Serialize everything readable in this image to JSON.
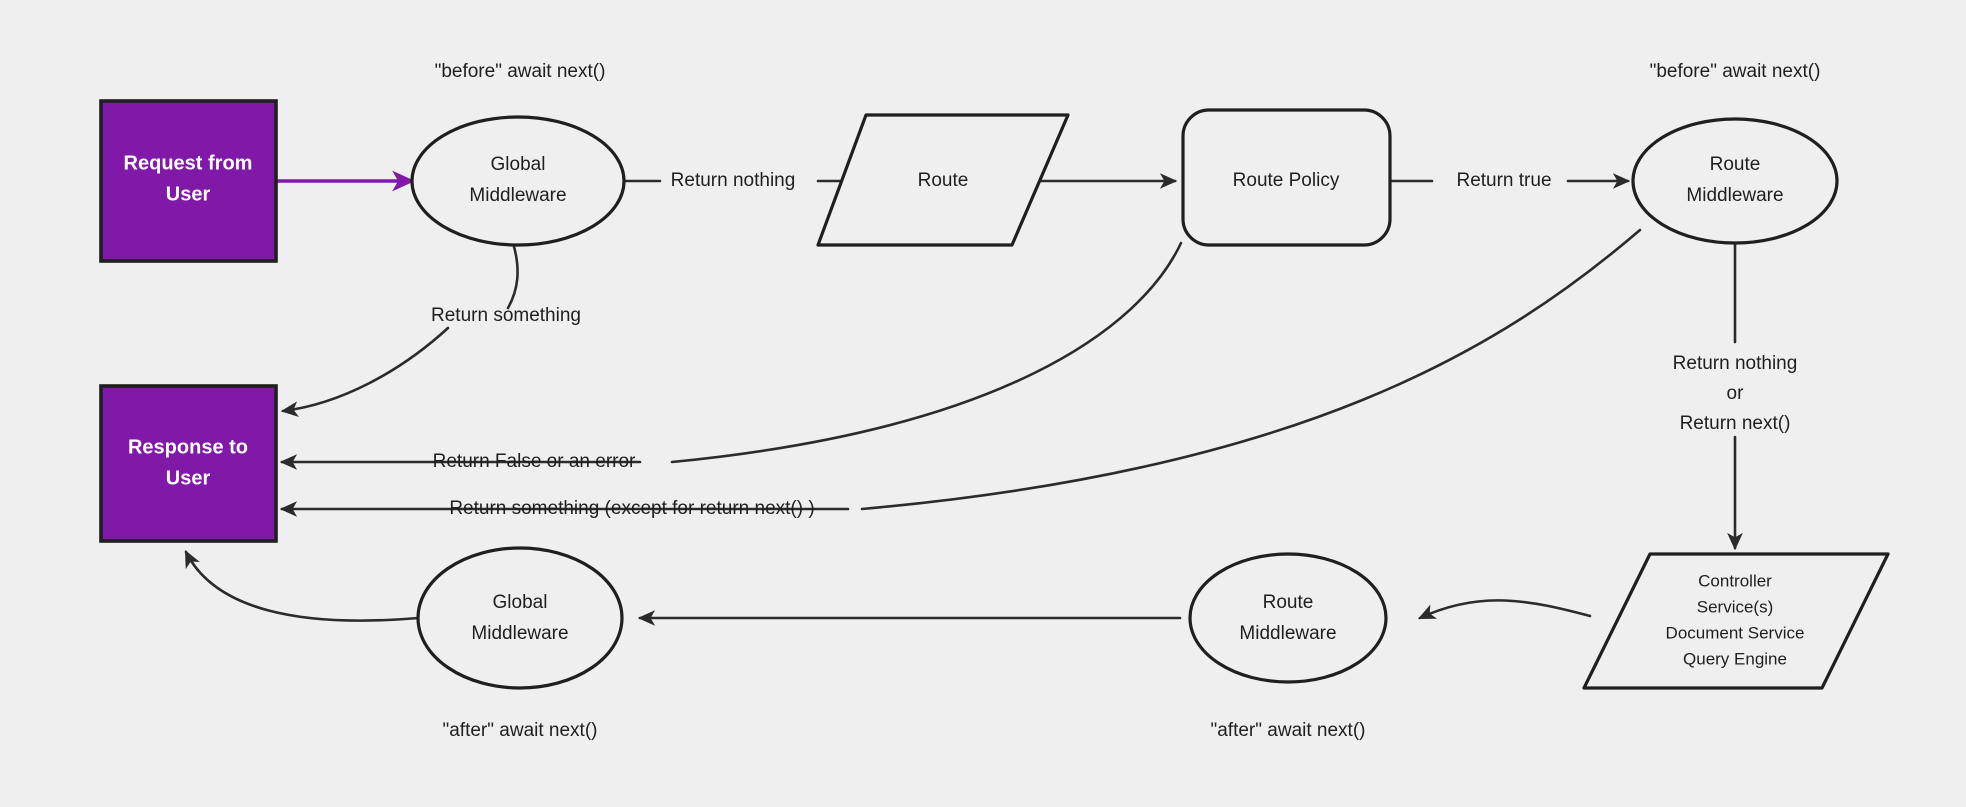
{
  "canvas": {
    "background_color": "#efefef",
    "stroke_color": "#1f1f1f",
    "accent_color": "#8019a8"
  },
  "nodes": {
    "request_from_user": {
      "line1": "Request from",
      "line2": "User",
      "shape": "rectangle",
      "fill": "#8019a8"
    },
    "global_middleware_before": {
      "line1": "Global",
      "line2": "Middleware",
      "shape": "ellipse"
    },
    "route": {
      "line1": "Route",
      "shape": "parallelogram"
    },
    "route_policy": {
      "line1": "Route Policy",
      "shape": "rounded-rectangle"
    },
    "route_middleware_before": {
      "line1": "Route",
      "line2": "Middleware",
      "shape": "ellipse"
    },
    "response_to_user": {
      "line1": "Response to",
      "line2": "User",
      "shape": "rectangle",
      "fill": "#8019a8"
    },
    "handler": {
      "line1": "Controller",
      "line2": "Service(s)",
      "line3": "Document Service",
      "line4": "Query Engine",
      "shape": "parallelogram"
    },
    "route_middleware_after": {
      "line1": "Route",
      "line2": "Middleware",
      "shape": "ellipse"
    },
    "global_middleware_after": {
      "line1": "Global",
      "line2": "Middleware",
      "shape": "ellipse"
    }
  },
  "notes": {
    "before_global": "\"before\" await next()",
    "before_route_mw": "\"before\" await next()",
    "after_global": "\"after\" await next()",
    "after_route_mw": "\"after\" await next()"
  },
  "edge_labels": {
    "request_to_global": "",
    "global_to_route": "Return nothing",
    "policy_to_route_mw": "Return true",
    "global_return_something": "Return something",
    "policy_return_false": "Return False or an error",
    "route_mw_return_something": "Return something (except for return next() )",
    "route_mw_pass_1": "Return nothing",
    "route_mw_pass_2": "or",
    "route_mw_pass_3": "Return next()"
  }
}
